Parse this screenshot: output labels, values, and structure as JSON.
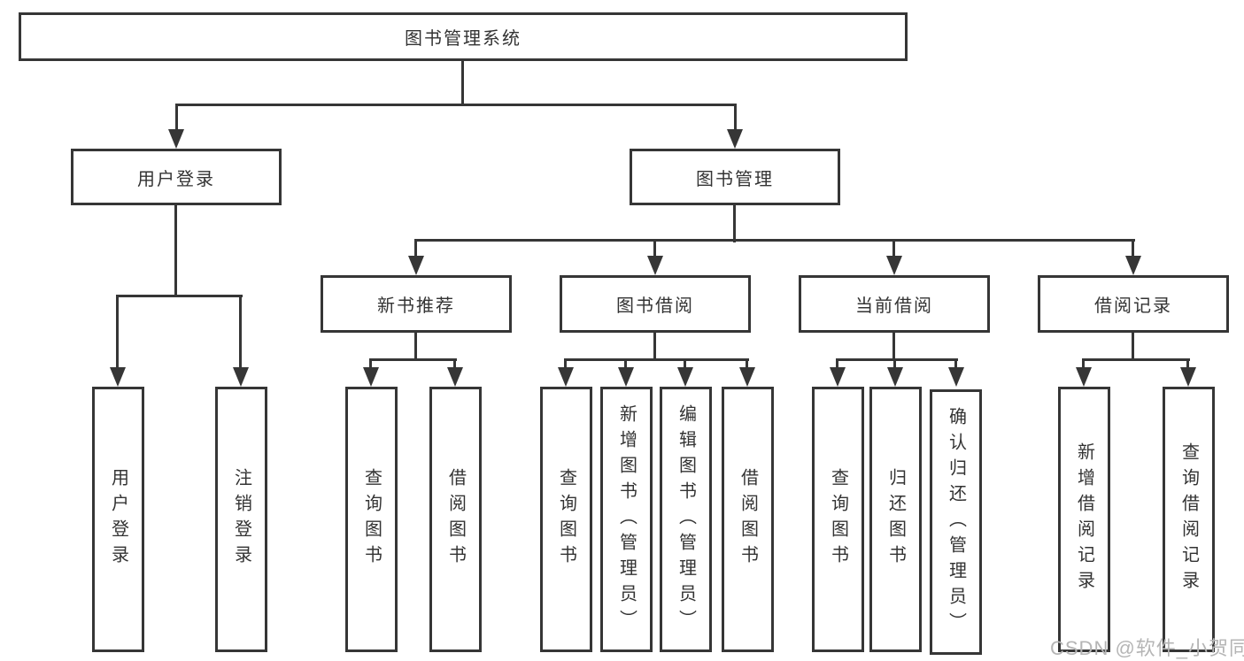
{
  "tree": {
    "root": {
      "label": "图书管理系统"
    },
    "children": [
      {
        "label": "用户登录",
        "children": [
          {
            "label": "用户登录"
          },
          {
            "label": "注销登录"
          }
        ]
      },
      {
        "label": "图书管理",
        "children": [
          {
            "label": "新书推荐",
            "children": [
              {
                "label": "查询图书"
              },
              {
                "label": "借阅图书"
              }
            ]
          },
          {
            "label": "图书借阅",
            "children": [
              {
                "label": "查询图书"
              },
              {
                "label": "新增图书（管理员）"
              },
              {
                "label": "编辑图书（管理员）"
              },
              {
                "label": "借阅图书"
              }
            ]
          },
          {
            "label": "当前借阅",
            "children": [
              {
                "label": "查询图书"
              },
              {
                "label": "归还图书"
              },
              {
                "label": "确认归还（管理员）"
              }
            ]
          },
          {
            "label": "借阅记录",
            "children": [
              {
                "label": "新增借阅记录"
              },
              {
                "label": "查询借阅记录"
              }
            ]
          }
        ]
      }
    ]
  },
  "watermark": {
    "text": "CSDN @软件_小贺同学"
  },
  "colors": {
    "line": "#363636",
    "box_background": "#ffffff",
    "watermark": "#b5b5b5",
    "background": "#ffffff"
  }
}
